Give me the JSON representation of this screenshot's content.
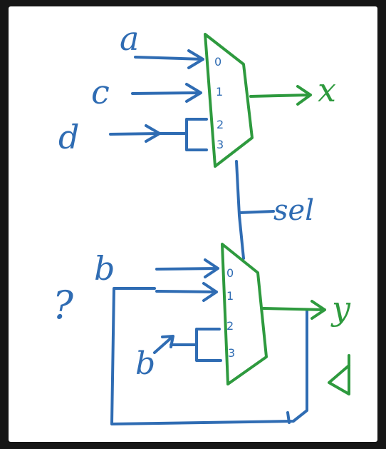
{
  "colors": {
    "frame": "#161616",
    "board": "#ffffff",
    "ink_blue": "#2f6cb3",
    "ink_green": "#2e9a3e"
  },
  "diagram": {
    "mux_top": {
      "inputs": [
        "a",
        "c",
        "d"
      ],
      "pins": [
        "0",
        "1",
        "2",
        "3"
      ],
      "output": "x"
    },
    "select": {
      "label": "sel"
    },
    "mux_bottom": {
      "inputs": [
        "b",
        "b"
      ],
      "pins": [
        "0",
        "1",
        "2",
        "3"
      ],
      "output": "y",
      "unknown": "?"
    }
  }
}
